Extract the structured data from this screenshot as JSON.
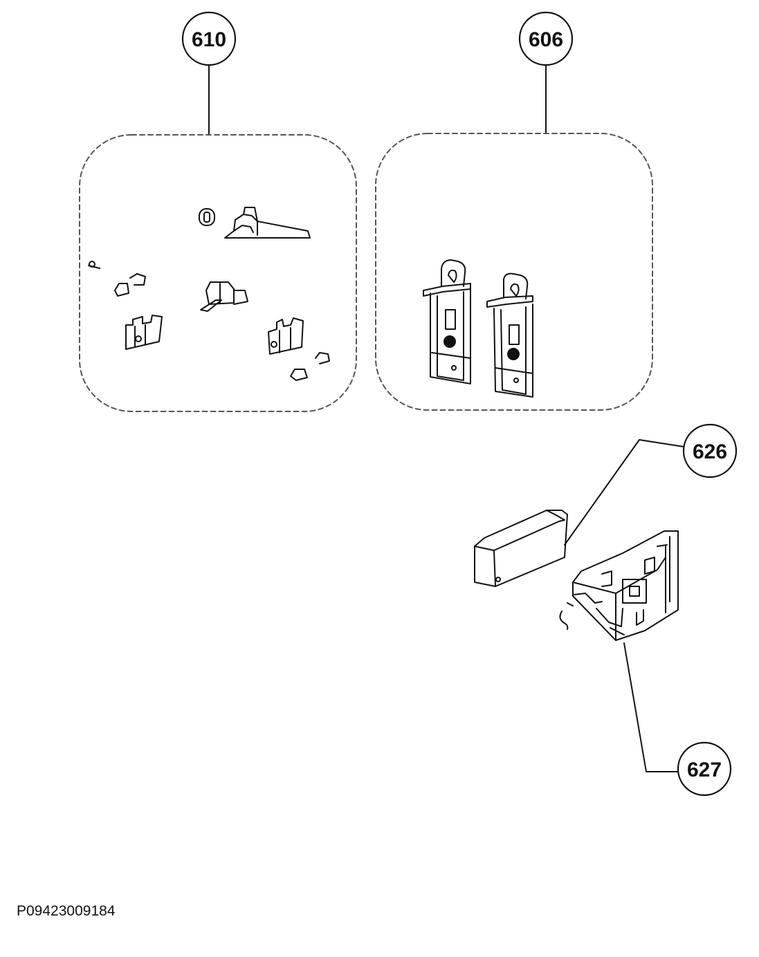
{
  "callouts": {
    "c610": "610",
    "c606": "606",
    "c626": "626",
    "c627": "627"
  },
  "document_code": "P09423009184",
  "colors": {
    "line": "#111111",
    "dash": "#555555",
    "background": "#ffffff"
  }
}
